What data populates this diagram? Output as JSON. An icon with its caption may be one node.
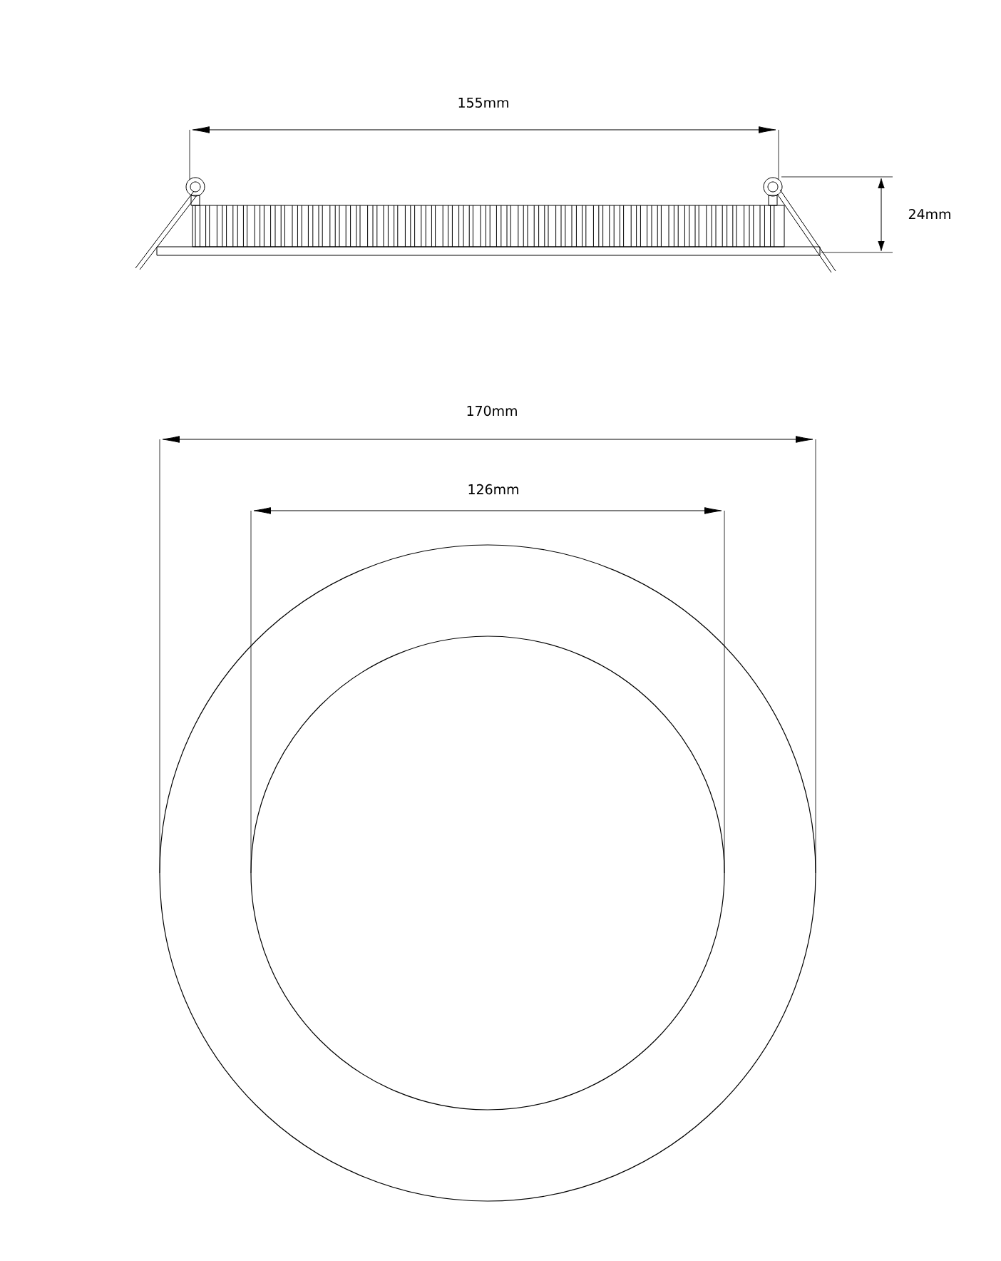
{
  "diagram": {
    "labels": [
      "155mm",
      "24mm",
      "170mm",
      "126mm"
    ]
  }
}
